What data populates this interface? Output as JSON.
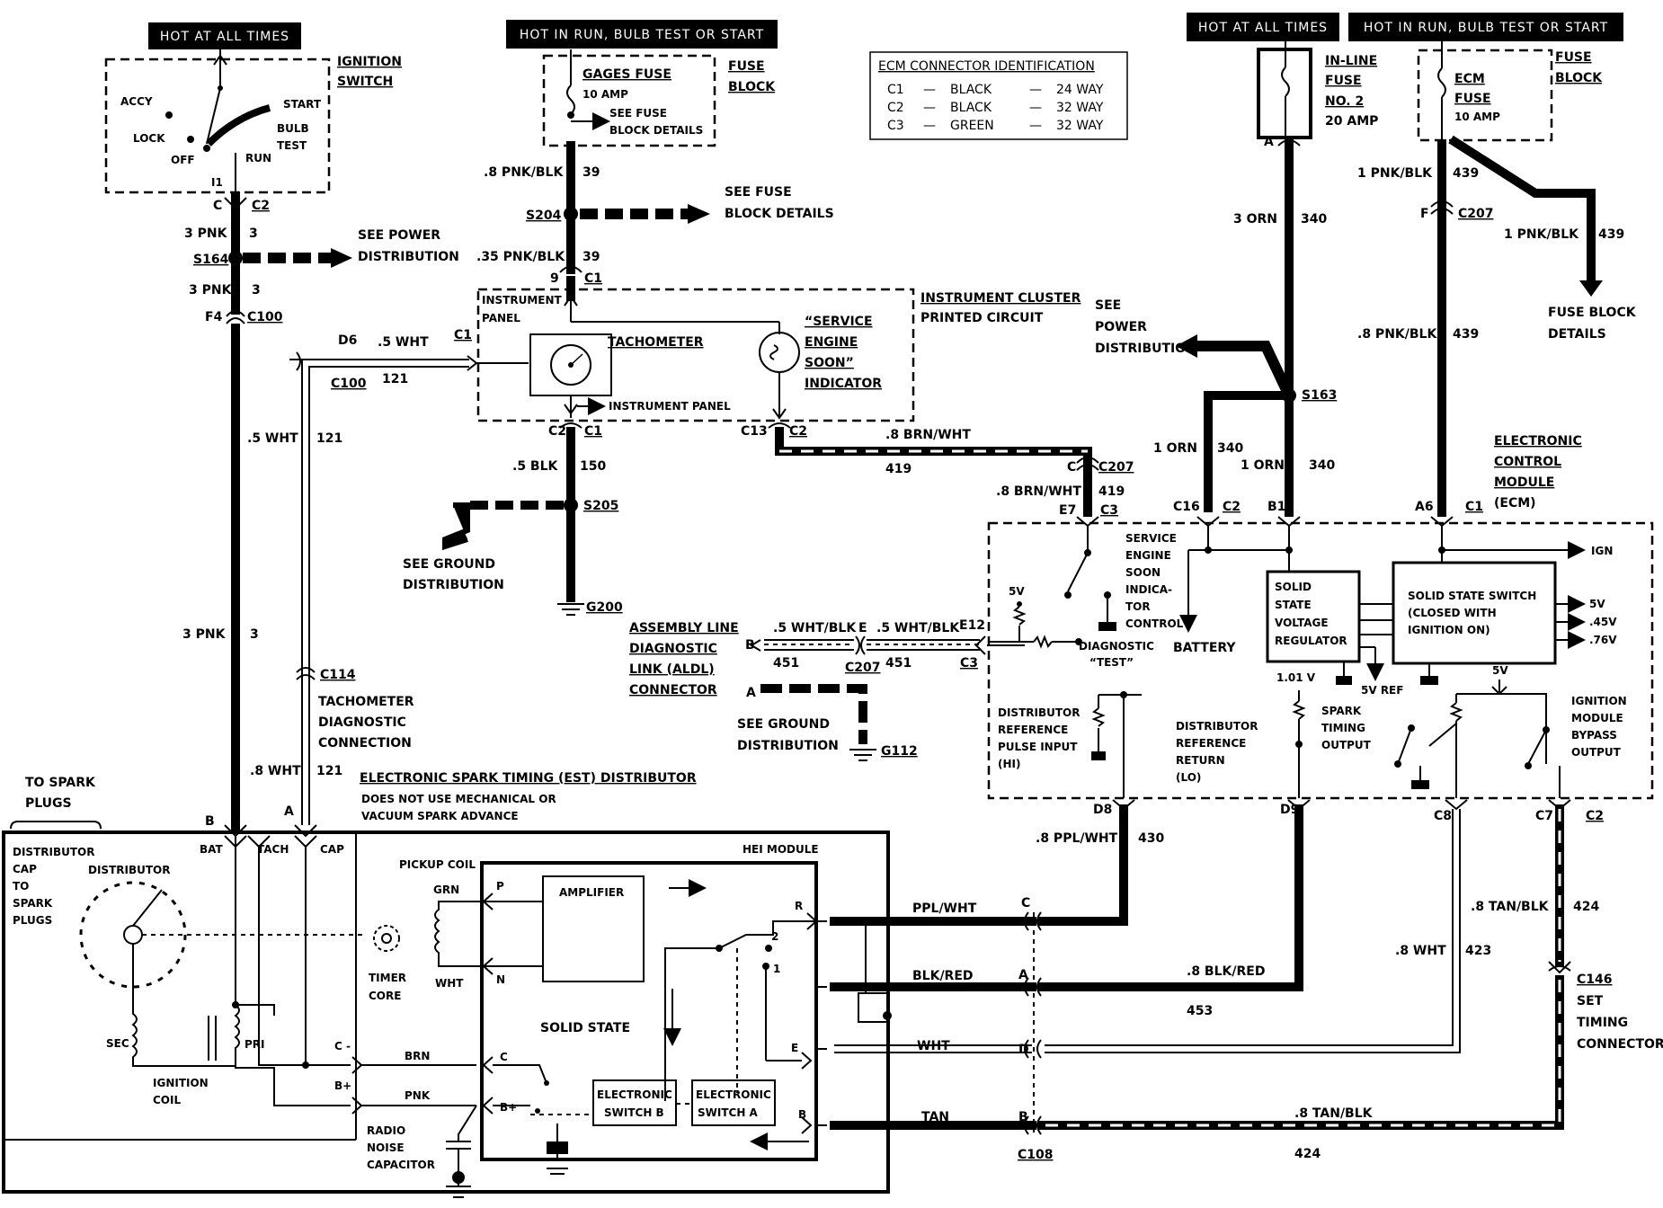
{
  "headers": {
    "hot_left": "HOT AT ALL TIMES",
    "hot_center": "HOT IN RUN, BULB TEST OR START",
    "hot_right1": "HOT AT ALL TIMES",
    "hot_right2": "HOT IN RUN, BULB TEST OR START"
  },
  "ignition": {
    "title_1": "IGNITION",
    "title_2": "SWITCH",
    "accy": "ACCY",
    "lock": "LOCK",
    "off": "OFF",
    "run": "RUN",
    "start": "START",
    "bulb": "BULB",
    "test": "TEST",
    "i1": "I1",
    "c": "C",
    "c2": "C2"
  },
  "gages_fuse": {
    "name": "GAGES FUSE",
    "amp": "10 AMP",
    "see1": "SEE FUSE",
    "see2": "BLOCK DETAILS",
    "fuse_block_1": "FUSE",
    "fuse_block_2": "BLOCK"
  },
  "ecm_connector_table": {
    "title": "ECM CONNECTOR IDENTIFICATION",
    "rows": [
      {
        "id": "C1",
        "color": "BLACK",
        "size": "24 WAY"
      },
      {
        "id": "C2",
        "color": "BLACK",
        "size": "32 WAY"
      },
      {
        "id": "C3",
        "color": "GREEN",
        "size": "32 WAY"
      }
    ],
    "dash": "—"
  },
  "inline_fuse": {
    "l1": "IN-LINE",
    "l2": "FUSE",
    "l3": "NO. 2",
    "l4": "20 AMP",
    "a": "A"
  },
  "ecm_fuse": {
    "l1": "ECM",
    "l2": "FUSE",
    "l3": "10 AMP",
    "fb1": "FUSE",
    "fb2": "BLOCK"
  },
  "wires": {
    "pnk3a": "3 PNK",
    "pnk3a_n": "3",
    "s164": "S164",
    "see_power_1": "SEE POWER",
    "see_power_2": "DISTRIBUTION",
    "pnk3b": "3 PNK",
    "pnk3b_n": "3",
    "f4": "F4",
    "c100a": "C100",
    "d6": "D6",
    "wht5": ".5 WHT",
    "c100b": "C100",
    "n121a": "121",
    "c1a": "C1",
    "wht5b": ".5 WHT",
    "n121b": "121",
    "pnk3c": "3 PNK",
    "pnk3c_n": "3",
    "c114": "C114",
    "tach_diag_1": "TACHOMETER",
    "tach_diag_2": "DIAGNOSTIC",
    "tach_diag_3": "CONNECTION",
    "wht8": ".8 WHT",
    "n121c": "121",
    "pnkblk8": ".8 PNK/BLK",
    "n39a": "39",
    "s204": "S204",
    "see_fuse_1": "SEE FUSE",
    "see_fuse_2": "BLOCK DETAILS",
    "pnkblk35": ".35 PNK/BLK",
    "n39b": "39",
    "nine": "9",
    "c1b": "C1",
    "c2a": "C2",
    "c1c": "C1",
    "blk5": ".5 BLK",
    "n150": "150",
    "s205": "S205",
    "see_gnd_1": "SEE GROUND",
    "see_gnd_2": "DISTRIBUTION",
    "g200": "G200",
    "c13": "C13",
    "c2b": "C2",
    "brnwht8a": ".8 BRN/WHT",
    "n419a": "419",
    "c_c207": "C",
    "c207a": "C207",
    "brnwht8b": ".8 BRN/WHT",
    "n419b": "419",
    "e7": "E7",
    "c3a": "C3",
    "orn3": "3 ORN",
    "n340a": "340",
    "see_pd_1": "SEE",
    "see_pd_2": "POWER",
    "see_pd_3": "DISTRIBUTION",
    "s163": "S163",
    "orn1a": "1 ORN",
    "n340b": "340",
    "orn1b": "1 ORN",
    "n340c": "340",
    "c16": "C16",
    "c2c": "C2",
    "b1": "B1",
    "pnkblk1a": "1 PNK/BLK",
    "n439a": "439",
    "f": "F",
    "c207b": "C207",
    "pnkblk1b": "1 PNK/BLK",
    "n439b": "439",
    "fbd_1": "FUSE BLOCK",
    "fbd_2": "DETAILS",
    "pnkblk8b": ".8 PNK/BLK",
    "n439c": "439",
    "a6": "A6",
    "c1d": "C1",
    "aldl_1": "ASSEMBLY LINE",
    "aldl_2": "DIAGNOSTIC",
    "aldl_3": "LINK (ALDL)",
    "aldl_4": "CONNECTOR",
    "b": "B",
    "whtblk5a": ".5 WHT/BLK",
    "e": "E",
    "whtblk5b": ".5 WHT/BLK",
    "e12": "E12",
    "n451a": "451",
    "c207c": "C207",
    "n451b": "451",
    "c3b": "C3",
    "a": "A",
    "see_gnd2_1": "SEE GROUND",
    "see_gnd2_2": "DISTRIBUTION",
    "g112": "G112",
    "d8": "D8",
    "ppl_wht8": ".8 PPL/WHT",
    "n430": "430",
    "d9": "D9",
    "c8": "C8",
    "c7": "C7",
    "c2d": "C2",
    "tanblk8": ".8 TAN/BLK",
    "n424a": "424",
    "wht8b": ".8 WHT",
    "n423": "423",
    "c146": "C146",
    "set_1": "SET",
    "set_2": "TIMING",
    "set_3": "CONNECTOR",
    "ppl_wht": "PPL/WHT",
    "blk_red": "BLK/RED",
    "blkred8": ".8 BLK/RED",
    "n453": "453",
    "wht": "WHT",
    "tan": "TAN",
    "tanblk8b": ".8 TAN/BLK",
    "n424b": "424",
    "cc": "C",
    "ca": "A",
    "cd": "D",
    "cb": "B",
    "c108": "C108"
  },
  "cluster": {
    "title_1": "INSTRUMENT CLUSTER",
    "title_2": "PRINTED CIRCUIT",
    "instrument_1": "INSTRUMENT",
    "instrument_2": "PANEL",
    "tachometer": "TACHOMETER",
    "instrument_panel": "INSTRUMENT PANEL",
    "ses_1": "“SERVICE",
    "ses_2": "ENGINE",
    "ses_3": "SOON”",
    "ses_4": "INDICATOR"
  },
  "ecm": {
    "title_1": "ELECTRONIC",
    "title_2": "CONTROL",
    "title_3": "MODULE",
    "title_4": "(ECM)",
    "ses_ctrl": [
      "SERVICE",
      "ENGINE",
      "SOON",
      "INDICA-",
      "TOR",
      "CONTROL"
    ],
    "five_v": "5V",
    "diag_1": "DIAGNOSTIC",
    "diag_2": "“TEST”",
    "battery": "BATTERY",
    "ssvr": [
      "SOLID",
      "STATE",
      "VOLTAGE",
      "REGULATOR"
    ],
    "sss": [
      "SOLID STATE SWITCH",
      "(CLOSED WITH",
      "IGNITION ON)"
    ],
    "ign": "IGN",
    "v5": "5V",
    "v45": ".45V",
    "v76": ".76V",
    "v101": "1.01 V",
    "vref": "5V REF",
    "five_v_b": "5V",
    "drp": [
      "DISTRIBUTOR",
      "REFERENCE",
      "PULSE INPUT",
      "(HI)"
    ],
    "drr": [
      "DISTRIBUTOR",
      "REFERENCE",
      "RETURN",
      "(LO)"
    ],
    "spark": [
      "SPARK",
      "TIMING",
      "OUTPUT"
    ],
    "imb": [
      "IGNITION",
      "MODULE",
      "BYPASS",
      "OUTPUT"
    ]
  },
  "distributor": {
    "est_title": "ELECTRONIC SPARK TIMING (EST) DISTRIBUTOR",
    "est_sub_1": "DOES NOT USE MECHANICAL OR",
    "est_sub_2": "VACUUM SPARK ADVANCE",
    "to_plugs_1": "TO SPARK",
    "to_plugs_2": "PLUGS",
    "cap": [
      "DISTRIBUTOR",
      "CAP",
      "TO",
      "SPARK",
      "PLUGS"
    ],
    "distributor": "DISTRIBUTOR",
    "bat": "BAT",
    "tach": "TACH",
    "capt": "CAP",
    "b": "B",
    "a": "A",
    "sec": "SEC",
    "pri": "PRI",
    "coil_1": "IGNITION",
    "coil_2": "COIL",
    "cm": "C -",
    "bp": "B+",
    "brn": "BRN",
    "pnk": "PNK",
    "radio": [
      "RADIO",
      "NOISE",
      "CAPACITOR"
    ],
    "pickup": "PICKUP COIL",
    "grn": "GRN",
    "wht": "WHT",
    "timer_1": "TIMER",
    "timer_2": "CORE",
    "hei": "HEI MODULE",
    "p": "P",
    "n": "N",
    "amplifier": "AMPLIFIER",
    "r": "R",
    "two": "2",
    "one": "1",
    "solid": "SOLID STATE",
    "e": "E",
    "c": "C",
    "b2": "B",
    "bplus": "B+",
    "esb_1": "ELECTRONIC",
    "esb_2": "SWITCH B",
    "esa_1": "ELECTRONIC",
    "esa_2": "SWITCH A"
  }
}
